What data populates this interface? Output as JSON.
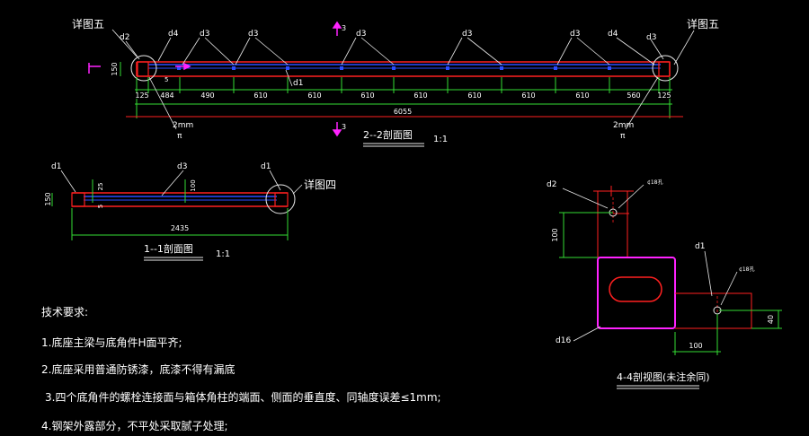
{
  "colors": {
    "background": "#000000",
    "red": "#ff2020",
    "green": "#33dd33",
    "blue": "#2a4cff",
    "magenta": "#ff22ff",
    "white": "#ffffff",
    "text": "#e8e8e8"
  },
  "view22": {
    "title": "2--2剖面图",
    "scale": "1:1",
    "detail_left": "详图五",
    "detail_right": "详图五",
    "labels": {
      "d1": "d1",
      "d2": "d2",
      "d3": "d3",
      "d4": "d4"
    },
    "left_height": "150",
    "small_dim": "5",
    "dims": [
      "125",
      "484",
      "490",
      "610",
      "610",
      "610",
      "610",
      "610",
      "610",
      "610",
      "560",
      "125"
    ],
    "total": "6055",
    "weld_left": "2mm",
    "weld_right": "2mm",
    "section_mark": "3"
  },
  "view11": {
    "title": "1--1剖面图",
    "scale": "1:1",
    "detail": "详图四",
    "labels": {
      "d1": "d1",
      "d3": "d3"
    },
    "height": "150",
    "dim25": "25",
    "dim5": "5",
    "dim100": "100",
    "total": "2435"
  },
  "view44": {
    "title": "4-4剖视图(未注余同)",
    "labels": {
      "d1": "d1",
      "d2": "d2",
      "d16": "d16"
    },
    "hole_top": "¢18孔",
    "hole_right": "¢18孔",
    "dim_100_v": "100",
    "dim_100_h": "100",
    "dim_40": "40"
  },
  "notes": {
    "heading": "技术要求:",
    "items": [
      "1.底座主梁与底角件H面平齐;",
      "2.底座采用普通防锈漆，底漆不得有漏底",
      "3.四个底角件的螺栓连接面与箱体角柱的端面、侧面的垂直度、同轴度误差≤1mm;",
      "4.钢架外露部分，不平处采取腻子处理;"
    ]
  }
}
